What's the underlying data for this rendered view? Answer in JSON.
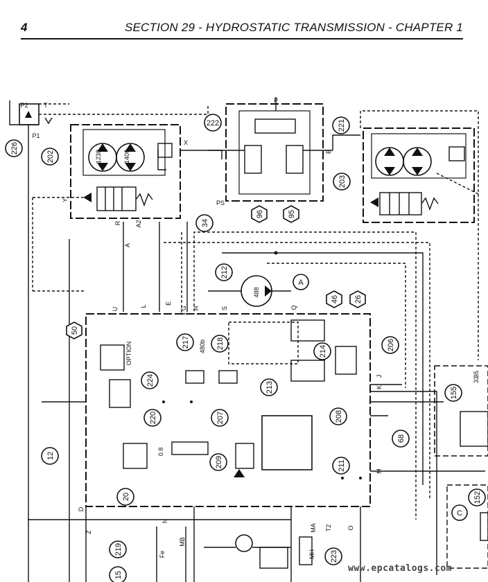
{
  "header": {
    "page_number": "4",
    "section_title": "SECTION 29 - HYDROSTATIC TRANSMISSION - CHAPTER 1"
  },
  "callouts": [
    "226",
    "202",
    "222",
    "221",
    "203",
    "34",
    "96",
    "95",
    "212",
    "A",
    "46",
    "26",
    "50",
    "217",
    "218",
    "214",
    "206",
    "224",
    "213",
    "155",
    "220",
    "207",
    "208",
    "12",
    "209",
    "68",
    "211",
    "20",
    "152",
    "C",
    "219",
    "223",
    "15"
  ],
  "port_labels": [
    "P2",
    "T",
    "P1",
    "X",
    "Y",
    "R",
    "A2",
    "A",
    "B",
    "P",
    "PS",
    "1230",
    "1406",
    "488",
    "U",
    "L",
    "E",
    "G",
    "H",
    "S",
    "Q",
    "OPTION",
    "480b",
    "J",
    "K",
    "M",
    "D",
    "Z",
    "N",
    "MB",
    "Fe",
    "MA",
    "MH",
    "T2",
    "O",
    "0.8",
    "33",
    "35"
  ],
  "watermark": "www.epcatalogs.com",
  "colors": {
    "line": "#111111"
  }
}
